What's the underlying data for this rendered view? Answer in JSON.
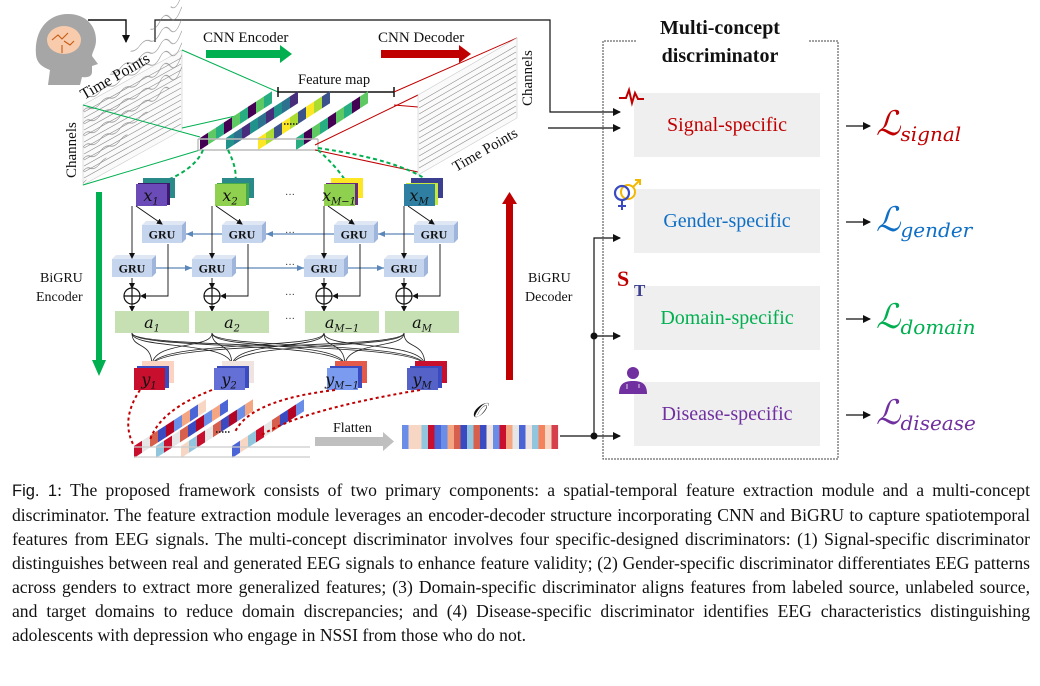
{
  "figure": {
    "input": {
      "time_points_label": "Time Points",
      "channels_label": "Channels",
      "brain_icon": "head-brain-icon"
    },
    "cnn_encoder_label": "CNN Encoder",
    "cnn_decoder_label": "CNN Decoder",
    "feature_map_label": "Feature map",
    "output": {
      "time_points_label": "Time Points",
      "channels_label": "Channels"
    },
    "bigru_encoder_label": [
      "BiGRU",
      "Encoder"
    ],
    "bigru_decoder_label": [
      "BiGRU",
      "Decoder"
    ],
    "x_nodes": [
      {
        "label": "x",
        "sub": "1",
        "color": "#6a4bb8"
      },
      {
        "label": "x",
        "sub": "2",
        "color": "#8fd14f"
      },
      {
        "label": "x",
        "sub": "M−1",
        "color": "#8fd14f"
      },
      {
        "label": "x",
        "sub": "M",
        "color": "#2f7fa3"
      }
    ],
    "gru_label": "GRU",
    "ellipsis": "···",
    "a_nodes": [
      {
        "label": "a",
        "sub": "1"
      },
      {
        "label": "a",
        "sub": "2"
      },
      {
        "label": "a",
        "sub": "M−1"
      },
      {
        "label": "a",
        "sub": "M"
      }
    ],
    "y_nodes": [
      {
        "label": "y",
        "sub": "1",
        "color": "#c8102e"
      },
      {
        "label": "y",
        "sub": "2",
        "color": "#6470d6"
      },
      {
        "label": "y",
        "sub": "M−1",
        "color": "#7a9bf0"
      },
      {
        "label": "y",
        "sub": "M",
        "color": "#5563c9"
      }
    ],
    "flatten_label": "Flatten",
    "output_vector_label": "𝒪",
    "discriminator": {
      "title": [
        "Multi-concept",
        "discriminator"
      ],
      "items": [
        {
          "label": "Signal-specific",
          "color": "#c00000",
          "icon": "heartbeat-icon",
          "loss_symbol": "ℒ",
          "loss_sub": "signal"
        },
        {
          "label": "Gender-specific",
          "color": "#0f6fc6",
          "icon": "gender-symbols-icon",
          "loss_symbol": "ℒ",
          "loss_sub": "gender"
        },
        {
          "label": "Domain-specific",
          "color": "#00b050",
          "icon": "source-target-icon",
          "loss_symbol": "ℒ",
          "loss_sub": "domain"
        },
        {
          "label": "Disease-specific",
          "color": "#7030a0",
          "icon": "doctor-icon",
          "loss_symbol": "ℒ",
          "loss_sub": "disease"
        }
      ],
      "domain_icon_letters": [
        "S",
        "T"
      ]
    }
  },
  "caption": {
    "prefix": "Fig. 1",
    "text": ": The proposed framework consists of two primary components: a spatial-temporal feature extraction module and a multi-concept discriminator. The feature extraction module leverages an encoder-decoder structure incorporating CNN and BiGRU to capture spatiotemporal features from EEG signals. The multi-concept discriminator involves four specific-designed discriminators: (1) Signal-specific discriminator distinguishes between real and generated EEG signals to enhance feature validity; (2) Gender-specific discriminator differentiates EEG patterns across genders to extract more generalized features; (3) Domain-specific discriminator aligns features from labeled source, unlabeled source, and target domains to reduce domain discrepancies; and (4) Disease-specific discriminator identifies EEG characteristics distinguishing adolescents with depression who engage in NSSI from those who do not."
  },
  "colors": {
    "green_arrow": "#00b050",
    "red_arrow": "#c00000",
    "gru_box": "#c5d5ee",
    "a_box": "#c6e0b4",
    "disc_box": "#efefef"
  }
}
